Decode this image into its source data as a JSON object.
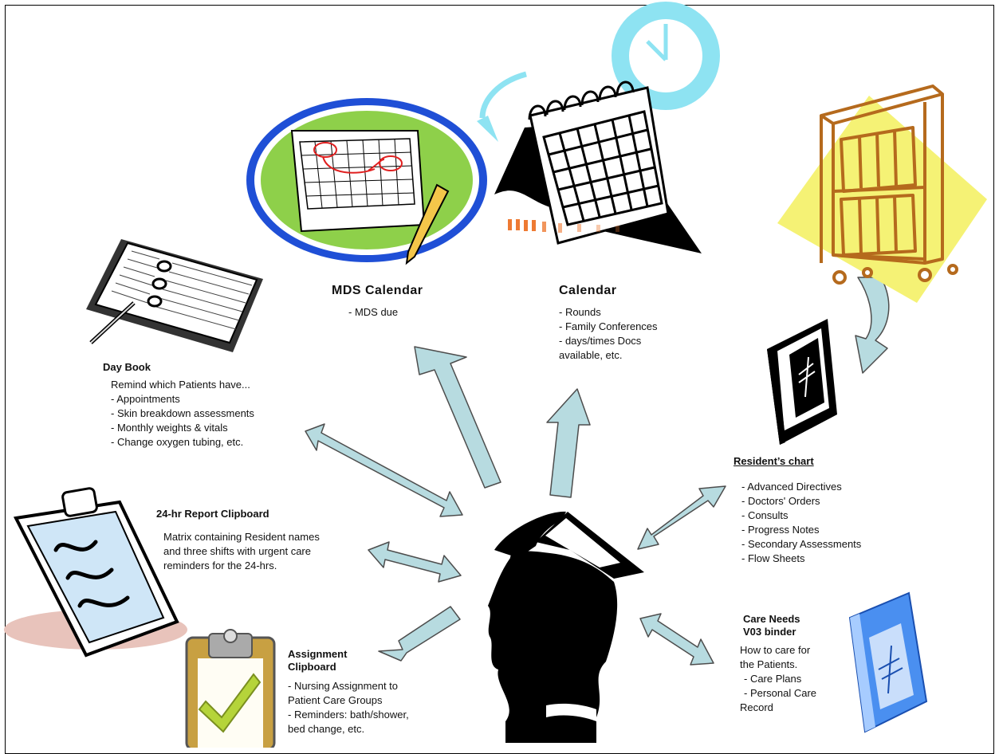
{
  "colors": {
    "arrow_fill": "#b7dbe0",
    "arrow_stroke": "#4d4d4d",
    "oval_green": "#8ed04a",
    "oval_blue": "#1f4fd6",
    "clock_blue": "#8ee3f2",
    "cabinet_brown": "#b56a1d",
    "highlight_yellow": "#f5f275",
    "binder_blue": "#4a8ff0",
    "check_green": "#b5d43a",
    "clipboard_tan": "#c8a042"
  },
  "icons": {
    "day_book": "day-book-icon",
    "mds_calendar": "mds-calendar-icon",
    "calendar": "wall-calendar-icon",
    "cabinet": "chart-cabinet-icon",
    "resident_chart": "binder-icon",
    "report_clipboard": "clipboard-icon",
    "assignment_clipboard": "check-clipboard-icon",
    "care_binder": "blue-binder-icon",
    "nurse": "nurse-head-icon"
  },
  "nodes": {
    "day_book": {
      "title": "Day Book",
      "lines": [
        "Remind which Patients have...",
        "- Appointments",
        "- Skin breakdown assessments",
        "- Monthly weights & vitals",
        "- Change oxygen tubing, etc."
      ]
    },
    "mds_calendar": {
      "title": "MDS Calendar",
      "lines": [
        "- MDS due"
      ]
    },
    "calendar": {
      "title": "Calendar",
      "lines": [
        "- Rounds",
        "- Family Conferences",
        "- days/times Docs",
        "available, etc."
      ]
    },
    "resident_chart": {
      "title": "Resident’s chart",
      "lines": [
        "- Advanced Directives",
        "- Doctors' Orders",
        "- Consults",
        "- Progress Notes",
        "- Secondary Assessments",
        "- Flow Sheets"
      ]
    },
    "report_clipboard": {
      "title": "24-hr Report Clipboard",
      "lines": [
        "Matrix containing Resident names",
        "and three shifts with urgent care",
        "reminders for the 24-hrs."
      ]
    },
    "assignment_clipboard": {
      "title_lines": [
        "Assignment",
        "Clipboard"
      ],
      "lines": [
        "- Nursing Assignment to",
        "Patient Care Groups",
        "- Reminders: bath/shower,",
        "bed change, etc."
      ]
    },
    "care_binder": {
      "title_lines": [
        "Care Needs",
        "V03 binder"
      ],
      "lines": [
        "How to care for",
        "the Patients.",
        "- Care Plans",
        "- Personal Care",
        "Record"
      ]
    }
  }
}
